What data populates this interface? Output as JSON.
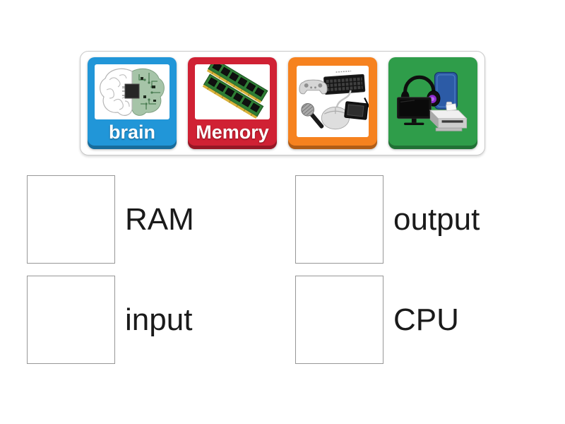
{
  "activity": {
    "type": "match-up-drag-and-drop",
    "colors": {
      "page_background": "#ffffff",
      "tray_border": "#c9c9c9",
      "dropzone_border": "#979797",
      "match_label_text": "#1a1a1a",
      "tile_label_text": "#ffffff"
    }
  },
  "tray": {
    "tiles": [
      {
        "label": "brain",
        "color": "#2196d8",
        "image_icon": "brain-half-circuit-image"
      },
      {
        "label": "Memory",
        "color": "#d02134",
        "image_icon": "ram-memory-modules-image"
      },
      {
        "label": "",
        "color": "#f6821f",
        "image_icon": "input-devices-image"
      },
      {
        "label": "",
        "color": "#2f9d4a",
        "image_icon": "output-devices-image"
      }
    ]
  },
  "matches": {
    "items": [
      {
        "label": "RAM"
      },
      {
        "label": "output"
      },
      {
        "label": "input"
      },
      {
        "label": "CPU"
      }
    ]
  }
}
